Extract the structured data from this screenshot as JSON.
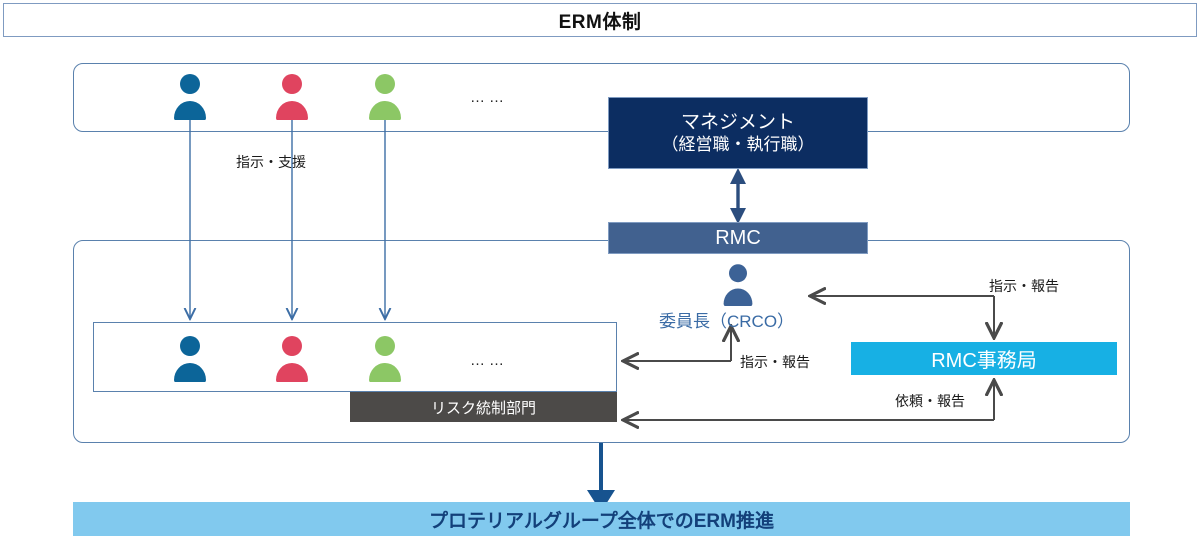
{
  "title": {
    "text": "ERM体制"
  },
  "colors": {
    "title_border": "#7f9bc1",
    "container_border": "#5a81ad",
    "management_fill": "#0c2d61",
    "rmc_fill": "#41618f",
    "secretariat_fill": "#17b0e4",
    "risk_dept_fill": "#4c4a48",
    "promotion_fill": "#81c9ee",
    "promotion_text": "#13407a",
    "crco_text": "#3a6ba5",
    "person_blue": "#0c6599",
    "person_pink": "#e0445f",
    "person_green": "#8cc765",
    "person_navy": "#3c6296",
    "thin_arrow": "#4a4a4a",
    "blue_arrow": "#3d6ea6",
    "navy_arrow": "#17538f"
  },
  "top_group": {
    "people": [
      {
        "name": "person-blue",
        "color": "#0c6599"
      },
      {
        "name": "person-pink",
        "color": "#e0445f"
      },
      {
        "name": "person-green",
        "color": "#8cc765"
      }
    ],
    "ellipsis": "……"
  },
  "bottom_group": {
    "people": [
      {
        "name": "person-blue",
        "color": "#0c6599"
      },
      {
        "name": "person-pink",
        "color": "#e0445f"
      },
      {
        "name": "person-green",
        "color": "#8cc765"
      }
    ],
    "ellipsis": "……"
  },
  "nodes": {
    "management": {
      "line1": "マネジメント",
      "line2": "（経営職・執行職）"
    },
    "rmc": {
      "label": "RMC"
    },
    "crco": {
      "label": "委員長（CRCO）"
    },
    "secretariat": {
      "label": "RMC事務局"
    },
    "risk_department": {
      "label": "リスク統制部門"
    },
    "promotion": {
      "label": "プロテリアルグループ全体でのERM推進"
    }
  },
  "edge_labels": {
    "instruction_support": "指示・支援",
    "instruction_report_left": "指示・報告",
    "instruction_report_right": "指示・報告",
    "request_report": "依頼・報告"
  }
}
